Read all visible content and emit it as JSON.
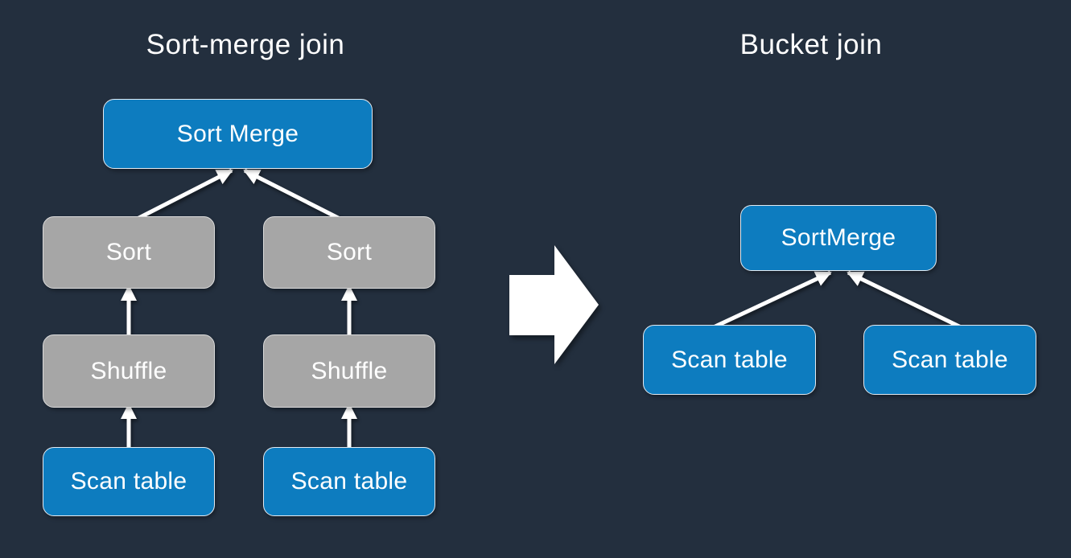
{
  "left": {
    "title": "Sort-merge join",
    "sort_merge": "Sort Merge",
    "sort_a": "Sort",
    "sort_b": "Sort",
    "shuffle_a": "Shuffle",
    "shuffle_b": "Shuffle",
    "scan_a": "Scan table",
    "scan_b": "Scan table"
  },
  "right": {
    "title": "Bucket join",
    "sort_merge": "SortMerge",
    "scan_a": "Scan table",
    "scan_b": "Scan table"
  },
  "colors": {
    "background": "#232F3E",
    "node_blue": "#0D7CBF",
    "node_gray": "#A6A6A6",
    "connector": "#FFFFFF",
    "text": "#FFFFFF"
  }
}
